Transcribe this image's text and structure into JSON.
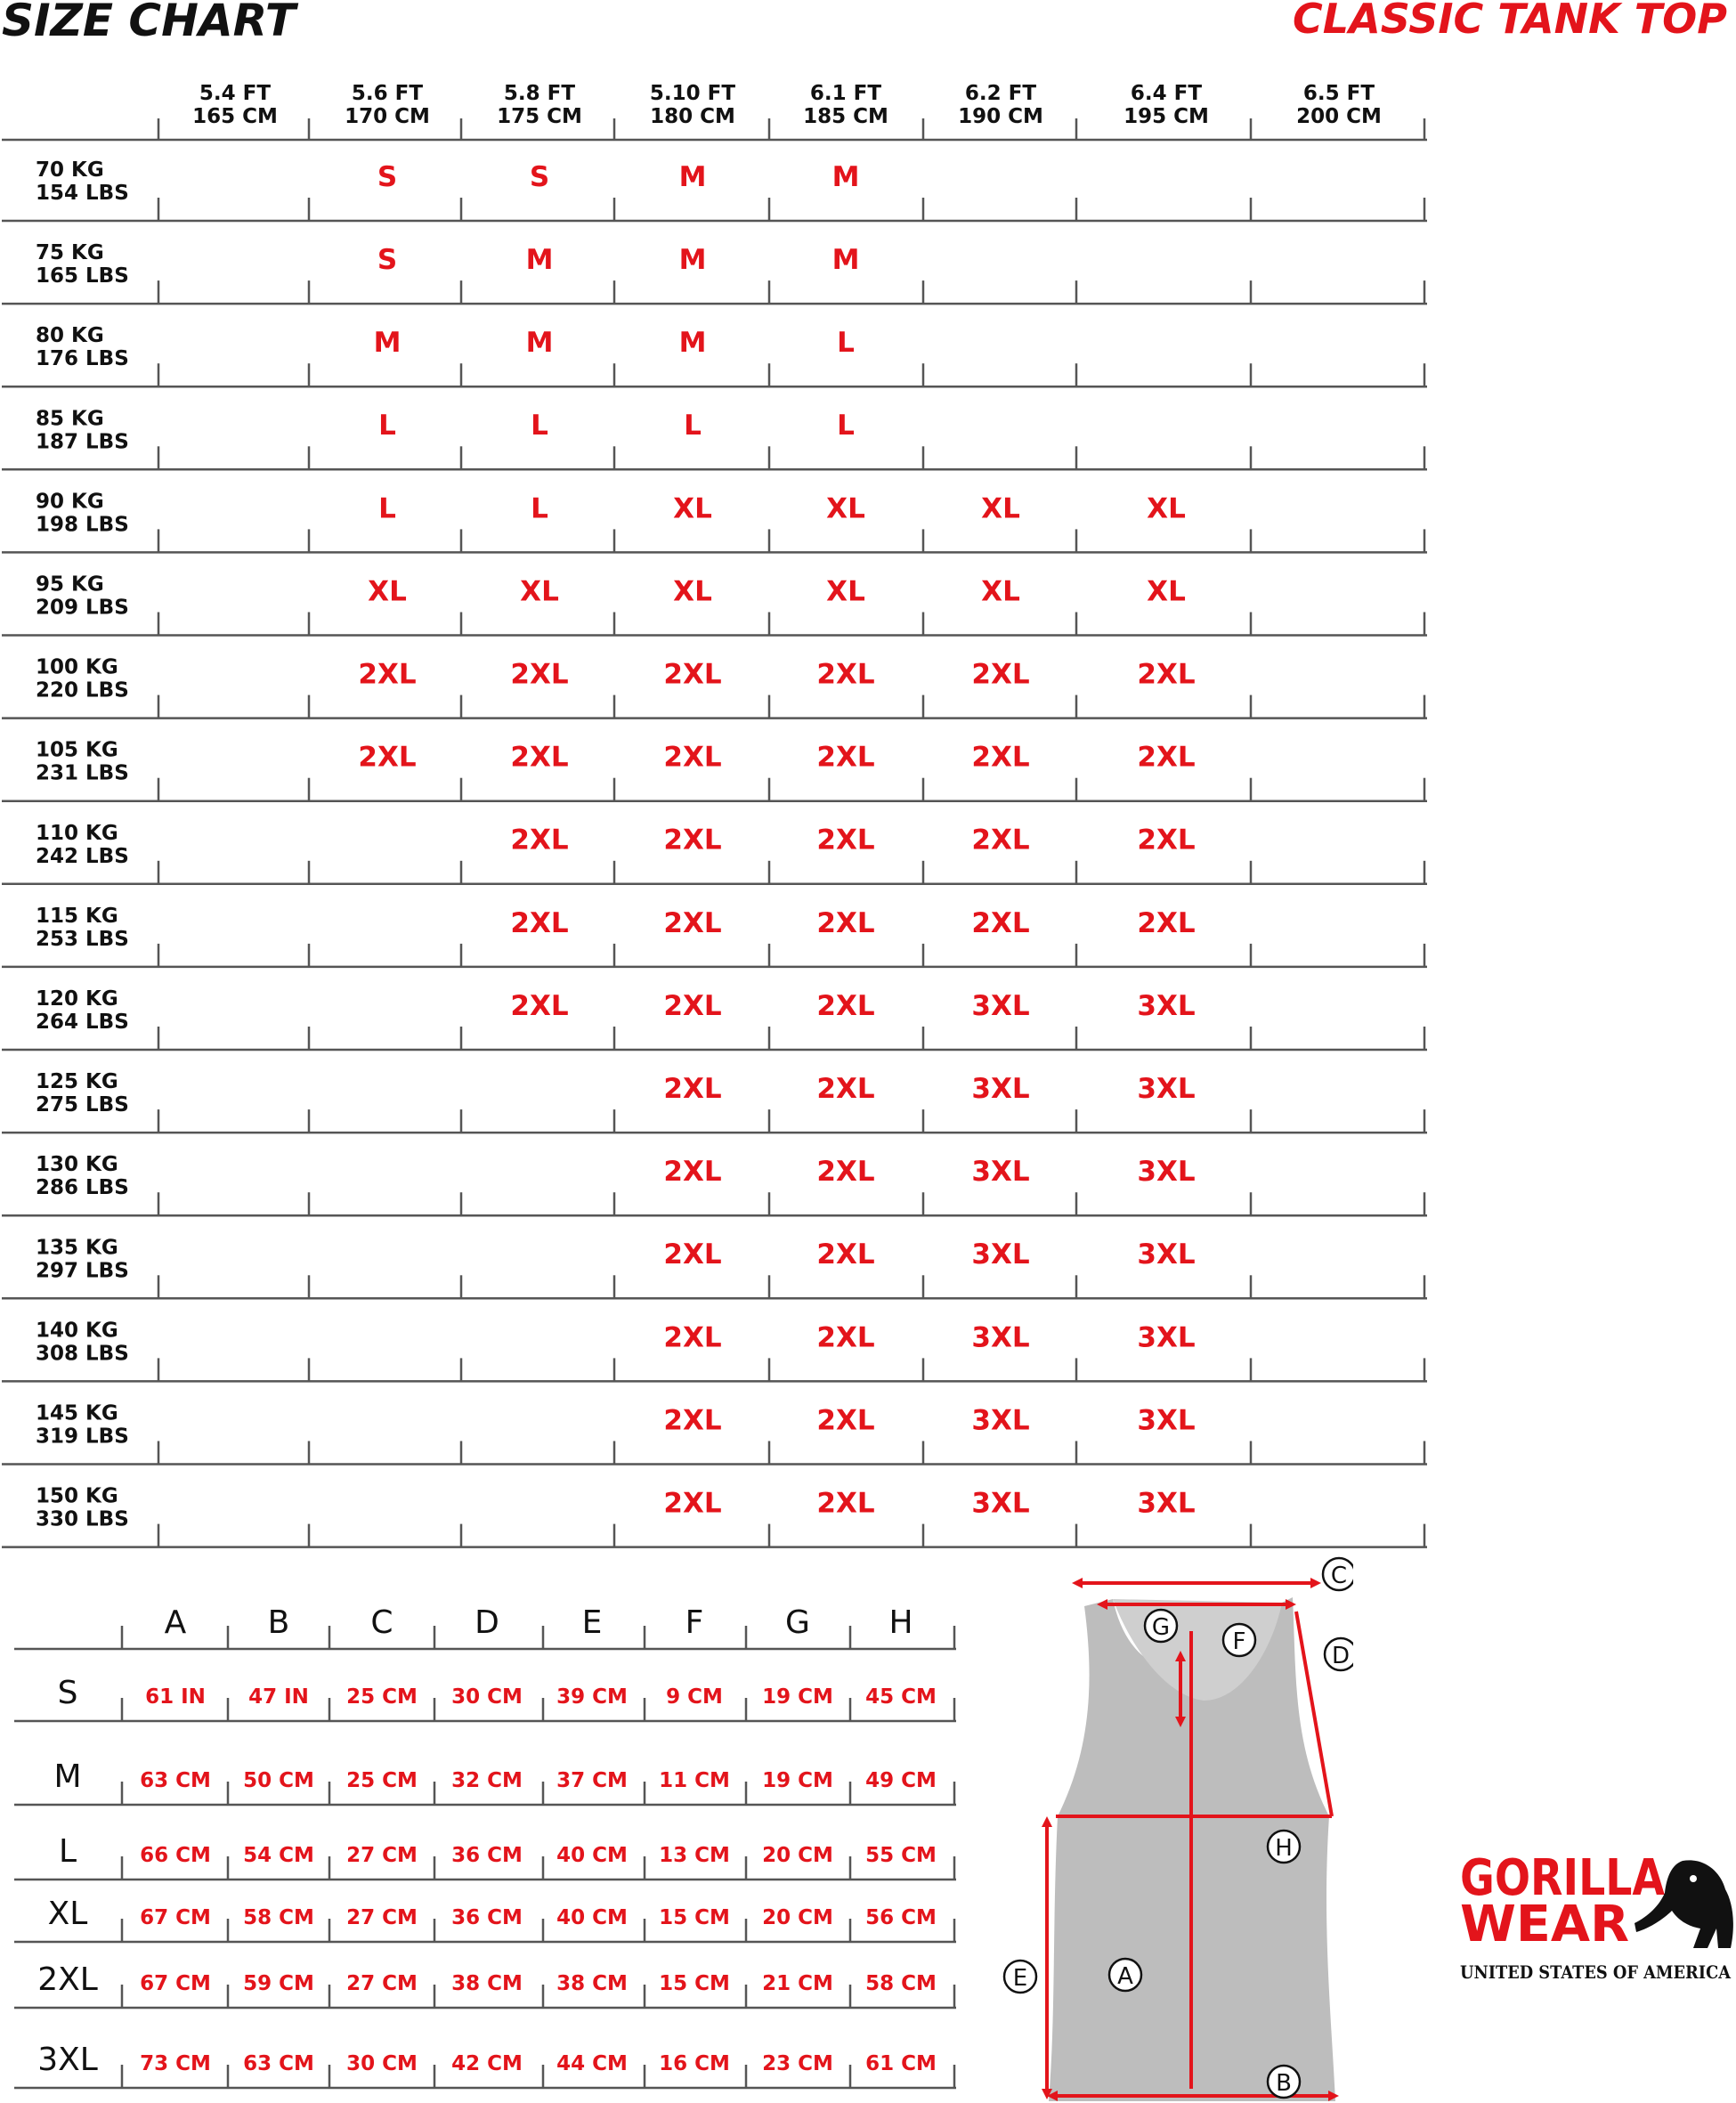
{
  "header": {
    "left_title": "SIZE CHART",
    "right_title": "CLASSIC TANK TOP"
  },
  "colors": {
    "accent": "#e3141b",
    "text": "#111111",
    "garment": "#bdbdbd"
  },
  "size_chart": {
    "height_columns": [
      {
        "ft": "5.4 FT",
        "cm": "165 CM"
      },
      {
        "ft": "5.6 FT",
        "cm": "170 CM"
      },
      {
        "ft": "5.8 FT",
        "cm": "175 CM"
      },
      {
        "ft": "5.10 FT",
        "cm": "180 CM"
      },
      {
        "ft": "6.1 FT",
        "cm": "185 CM"
      },
      {
        "ft": "6.2 FT",
        "cm": "190 CM"
      },
      {
        "ft": "6.4 FT",
        "cm": "195 CM"
      },
      {
        "ft": "6.5 FT",
        "cm": "200 CM"
      }
    ],
    "rows": [
      {
        "kg": "70 KG",
        "lbs": "154 LBS",
        "sizes": [
          "",
          "S",
          "S",
          "M",
          "M",
          "",
          "",
          ""
        ]
      },
      {
        "kg": "75 KG",
        "lbs": "165 LBS",
        "sizes": [
          "",
          "S",
          "M",
          "M",
          "M",
          "",
          "",
          ""
        ]
      },
      {
        "kg": "80 KG",
        "lbs": "176 LBS",
        "sizes": [
          "",
          "M",
          "M",
          "M",
          "L",
          "",
          "",
          ""
        ]
      },
      {
        "kg": "85 KG",
        "lbs": "187 LBS",
        "sizes": [
          "",
          "L",
          "L",
          "L",
          "L",
          "",
          "",
          ""
        ]
      },
      {
        "kg": "90 KG",
        "lbs": "198 LBS",
        "sizes": [
          "",
          "L",
          "L",
          "XL",
          "XL",
          "XL",
          "XL",
          ""
        ]
      },
      {
        "kg": "95 KG",
        "lbs": "209 LBS",
        "sizes": [
          "",
          "XL",
          "XL",
          "XL",
          "XL",
          "XL",
          "XL",
          ""
        ]
      },
      {
        "kg": "100 KG",
        "lbs": "220 LBS",
        "sizes": [
          "",
          "2XL",
          "2XL",
          "2XL",
          "2XL",
          "2XL",
          "2XL",
          ""
        ]
      },
      {
        "kg": "105 KG",
        "lbs": "231  LBS",
        "sizes": [
          "",
          "2XL",
          "2XL",
          "2XL",
          "2XL",
          "2XL",
          "2XL",
          ""
        ]
      },
      {
        "kg": "110 KG",
        "lbs": "242  LBS",
        "sizes": [
          "",
          "",
          "2XL",
          "2XL",
          "2XL",
          "2XL",
          "2XL",
          ""
        ]
      },
      {
        "kg": "115 KG",
        "lbs": "253 LBS",
        "sizes": [
          "",
          "",
          "2XL",
          "2XL",
          "2XL",
          "2XL",
          "2XL",
          ""
        ]
      },
      {
        "kg": "120 KG",
        "lbs": "264 LBS",
        "sizes": [
          "",
          "",
          "2XL",
          "2XL",
          "2XL",
          "3XL",
          "3XL",
          ""
        ]
      },
      {
        "kg": "125 KG",
        "lbs": "275 LBS",
        "sizes": [
          "",
          "",
          "",
          "2XL",
          "2XL",
          "3XL",
          "3XL",
          ""
        ]
      },
      {
        "kg": "130 KG",
        "lbs": "286 LBS",
        "sizes": [
          "",
          "",
          "",
          "2XL",
          "2XL",
          "3XL",
          "3XL",
          ""
        ]
      },
      {
        "kg": "135 KG",
        "lbs": "297 LBS",
        "sizes": [
          "",
          "",
          "",
          "2XL",
          "2XL",
          "3XL",
          "3XL",
          ""
        ]
      },
      {
        "kg": "140 KG",
        "lbs": "308 LBS",
        "sizes": [
          "",
          "",
          "",
          "2XL",
          "2XL",
          "3XL",
          "3XL",
          ""
        ]
      },
      {
        "kg": "145 KG",
        "lbs": "319 LBS",
        "sizes": [
          "",
          "",
          "",
          "2XL",
          "2XL",
          "3XL",
          "3XL",
          ""
        ]
      },
      {
        "kg": "150 KG",
        "lbs": "330 LBS",
        "sizes": [
          "",
          "",
          "",
          "2XL",
          "2XL",
          "3XL",
          "3XL",
          ""
        ]
      }
    ]
  },
  "measurements": {
    "columns": [
      "A",
      "B",
      "C",
      "D",
      "E",
      "F",
      "G",
      "H"
    ],
    "rows": [
      {
        "size": "S",
        "values": [
          "61 IN",
          "47 IN",
          "25 CM",
          "30 CM",
          "39 CM",
          "9 CM",
          "19 CM",
          "45 CM"
        ]
      },
      {
        "size": "M",
        "values": [
          "63 CM",
          "50 CM",
          "25 CM",
          "32 CM",
          "37 CM",
          "11 CM",
          "19 CM",
          "49 CM"
        ]
      },
      {
        "size": "L",
        "values": [
          "66 CM",
          "54 CM",
          "27 CM",
          "36 CM",
          "40 CM",
          "13 CM",
          "20 CM",
          "55 CM"
        ]
      },
      {
        "size": "XL",
        "values": [
          "67 CM",
          "58 CM",
          "27 CM",
          "36 CM",
          "40 CM",
          "15 CM",
          "20 CM",
          "56 CM"
        ]
      },
      {
        "size": "2XL",
        "values": [
          "67 CM",
          "59 CM",
          "27 CM",
          "38 CM",
          "38 CM",
          "15 CM",
          "21 CM",
          "58 CM"
        ]
      },
      {
        "size": "3XL",
        "values": [
          "73 CM",
          "63 CM",
          "30 CM",
          "42 CM",
          "44 CM",
          "16 CM",
          "23 CM",
          "61 CM"
        ]
      }
    ]
  },
  "diagram": {
    "markers": {
      "A": "A",
      "B": "B",
      "C": "C",
      "D": "D",
      "E": "E",
      "F": "F",
      "G": "G",
      "H": "H"
    }
  },
  "logo": {
    "line1": "GORILLA",
    "line2": "WEAR",
    "tagline": "UNITED STATES OF AMERICA",
    "icon": "gorilla-icon"
  }
}
